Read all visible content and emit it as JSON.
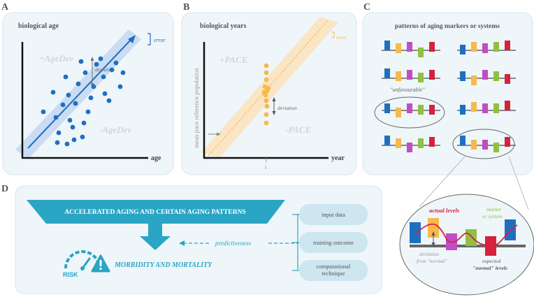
{
  "panel_letters": {
    "a": "A",
    "b": "B",
    "c": "C",
    "d": "D"
  },
  "panel_a": {
    "title": "biological age",
    "x_axis_label": "age",
    "error_label": "error",
    "plus_label": "+AgeDev",
    "minus_label": "-AgeDev",
    "deviation_label": "deviation"
  },
  "panel_b": {
    "title": "biological years",
    "y_axis_label": "mean pace reference population",
    "x_axis_label": "year",
    "x_tick": "i",
    "error_label": "error",
    "plus_label": "+PACE",
    "minus_label": "-PACE",
    "deviation_label": "deviation"
  },
  "panel_c": {
    "title": "patterns of aging markers or systems",
    "unfavourable_label": "\"unfavourable\"",
    "zoom": {
      "actual_levels": "actual levels",
      "marker_or_system": "marker or system",
      "marker_or_system_line1": "marker",
      "marker_or_system_line2": "or system",
      "deviation_line1": "deviation",
      "deviation_line2": "from \"normal\"",
      "expected_line1": "expected",
      "expected_line2": "\"normal\" levels"
    }
  },
  "panel_d": {
    "banner": "ACCELERATED AGING AND CERTAIN AGING PATTERNS",
    "outcome": "MORBIDITY AND MORTALITY",
    "risk_label": "RISK",
    "predictiveness": "predictiveness",
    "factors": [
      "input data",
      "training outcome",
      "computational technique"
    ],
    "factor_lines": [
      [
        "input data"
      ],
      [
        "training outcome"
      ],
      [
        "computational",
        "technique"
      ]
    ]
  },
  "colors": {
    "panel_bg": "#eef6f9",
    "panel_border": "#d6e6ee",
    "blue": "#1f6fc0",
    "band_blue": "#c3d7f2",
    "orange": "#f6b94a",
    "band_orange": "#fbe3bf",
    "teal": "#2aa5c4",
    "pill": "#cde6f0",
    "red": "#d6213f",
    "green": "#8fc043",
    "magenta": "#c24cc5",
    "grey_text": "#c9ced3"
  }
}
